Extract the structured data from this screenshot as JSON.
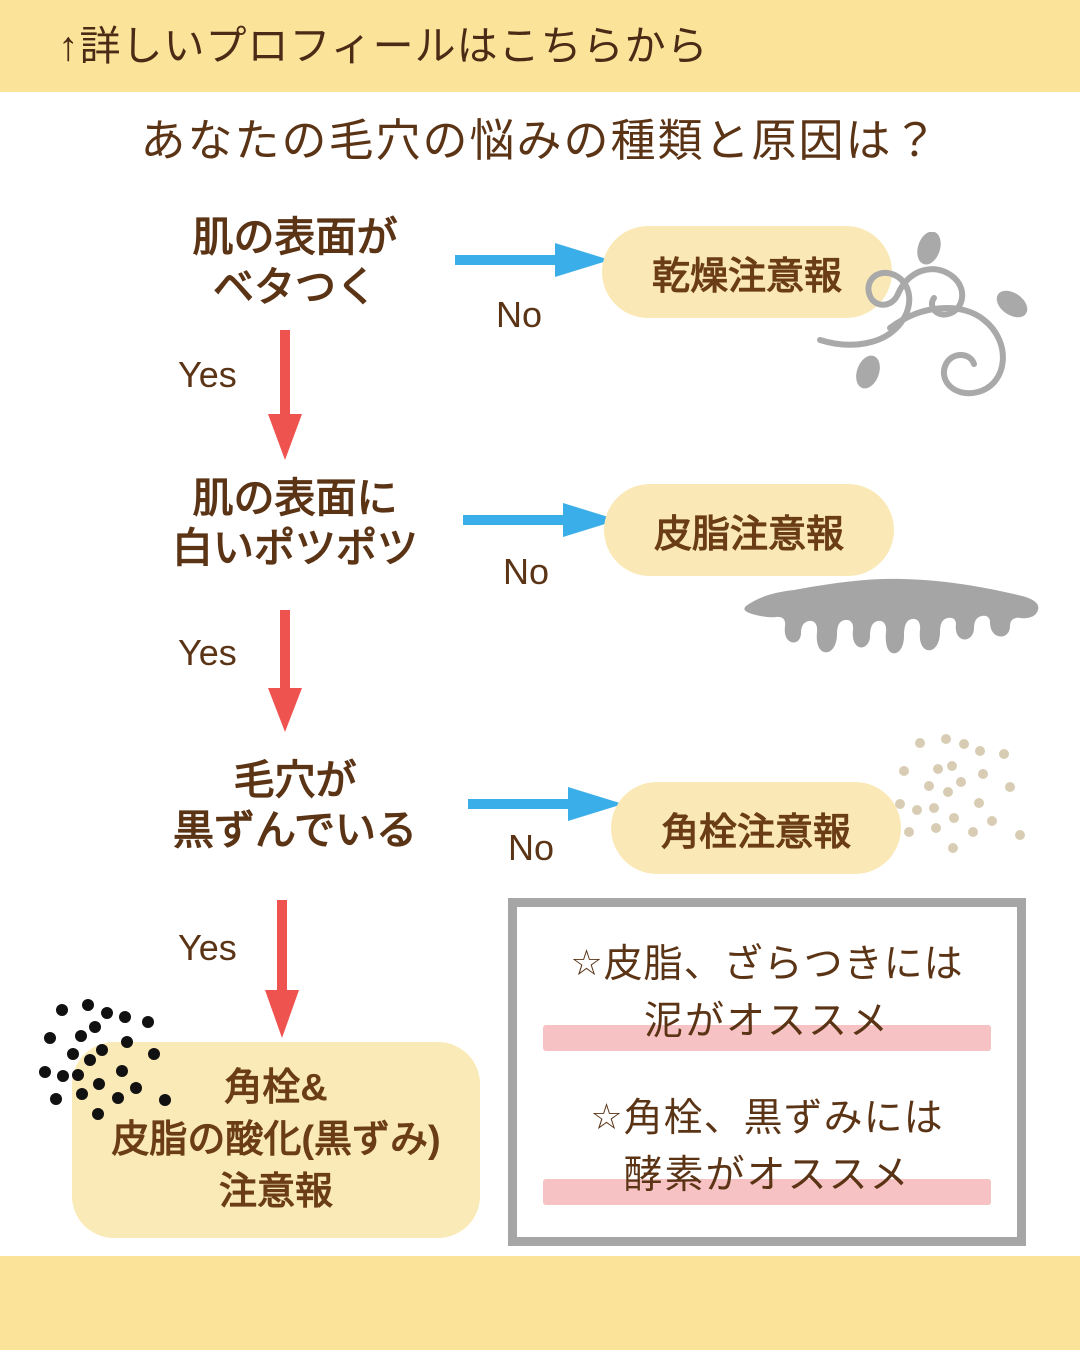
{
  "header": {
    "profile_link": "↑詳しいプロフィールはこちらから",
    "band_color": "#fbe49a"
  },
  "title": "あなたの毛穴の悩みの種類と原因は？",
  "colors": {
    "text_brown": "#5b3416",
    "pill_yellow": "#faeab8",
    "arrow_blue": "#3aaee8",
    "arrow_red": "#ef5350",
    "highlight_pink": "#f6b7b9",
    "box_border_gray": "#a6a6a6",
    "ornament_gray": "#a8a8a8"
  },
  "flow": {
    "yes_label": "Yes",
    "no_label": "No",
    "steps": [
      {
        "question_line1": "肌の表面が",
        "question_line2": "ベタつく",
        "no_result": "乾燥注意報"
      },
      {
        "question_line1": "肌の表面に",
        "question_line2": "白いポツポツ",
        "no_result": "皮脂注意報"
      },
      {
        "question_line1": "毛穴が",
        "question_line2": "黒ずんでいる",
        "no_result": "角栓注意報"
      }
    ],
    "final_result": {
      "line1": "角栓&",
      "line2": "皮脂の酸化(黒ずみ)",
      "line3": "注意報"
    }
  },
  "recommendations": {
    "star": "☆",
    "items": [
      {
        "line1": "皮脂、ざらつきには",
        "line2": "泥がオススメ"
      },
      {
        "line1": "角栓、黒ずみには",
        "line2": "酵素がオススメ"
      }
    ]
  },
  "decorations": {
    "swirl": "wind-swirl-ornament",
    "drip": "oil-drip-ornament",
    "beige_dots": "pore-speckle-ornament",
    "black_dots": "blackhead-speckle-ornament"
  }
}
